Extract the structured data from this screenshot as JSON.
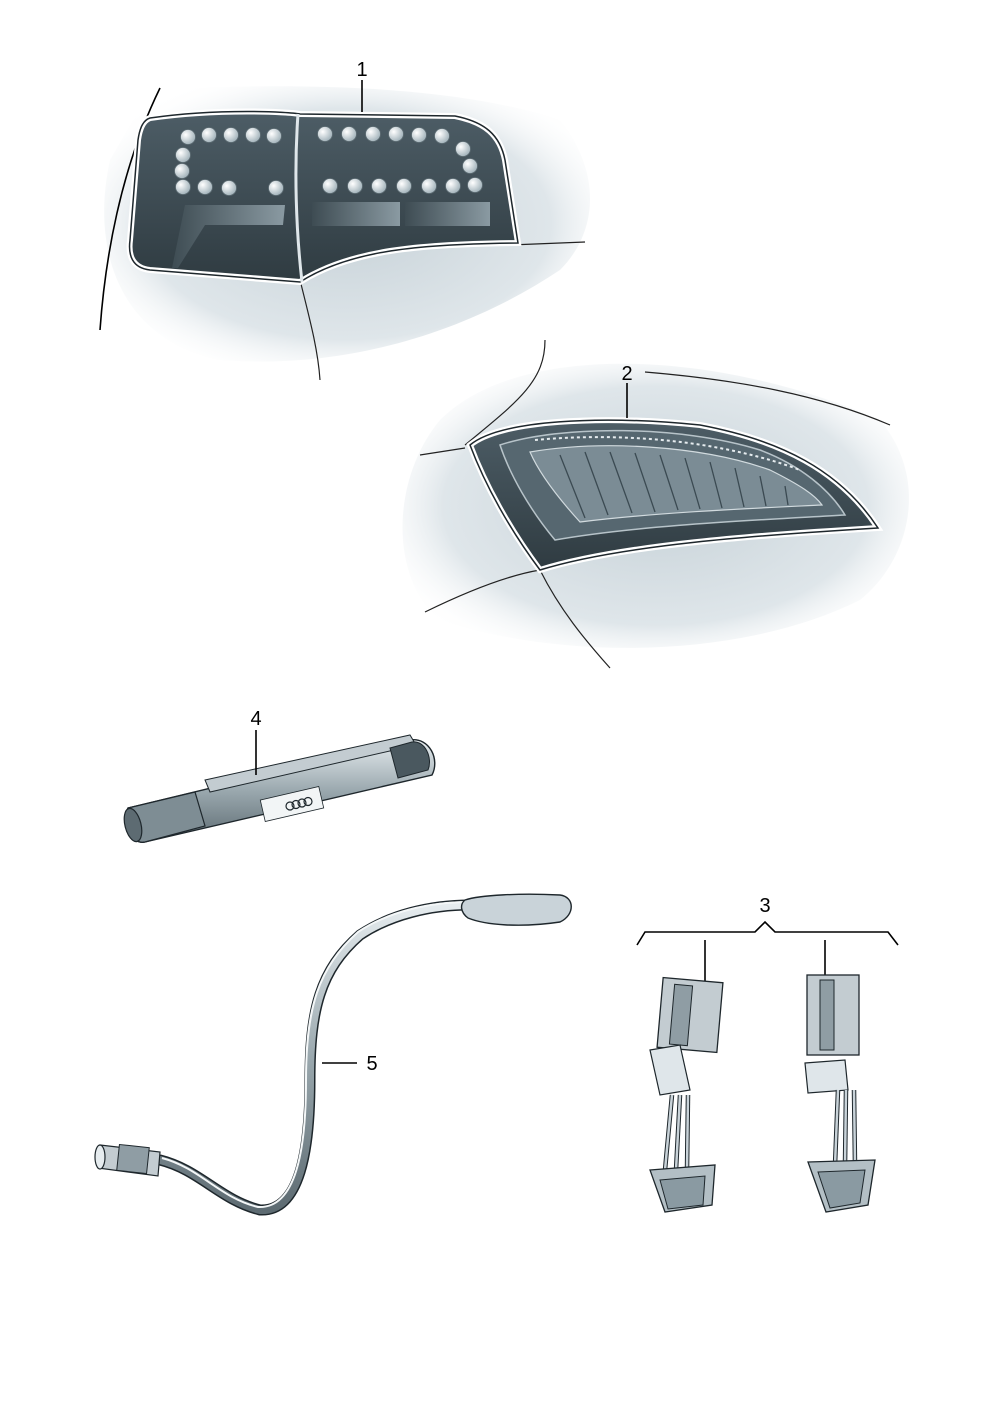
{
  "callouts": {
    "tail_light_led": "1",
    "tail_light_lid": "2",
    "adapter_wiring": "3",
    "pen_light": "4",
    "flex_light": "5"
  },
  "colors": {
    "lens_dark": "#3b4a52",
    "lens_mid": "#6d7f88",
    "led": "#d8dfe3",
    "body_shadow": "#c9d3d9",
    "outline": "#1e272c",
    "chrome": "#aeb9bf"
  }
}
